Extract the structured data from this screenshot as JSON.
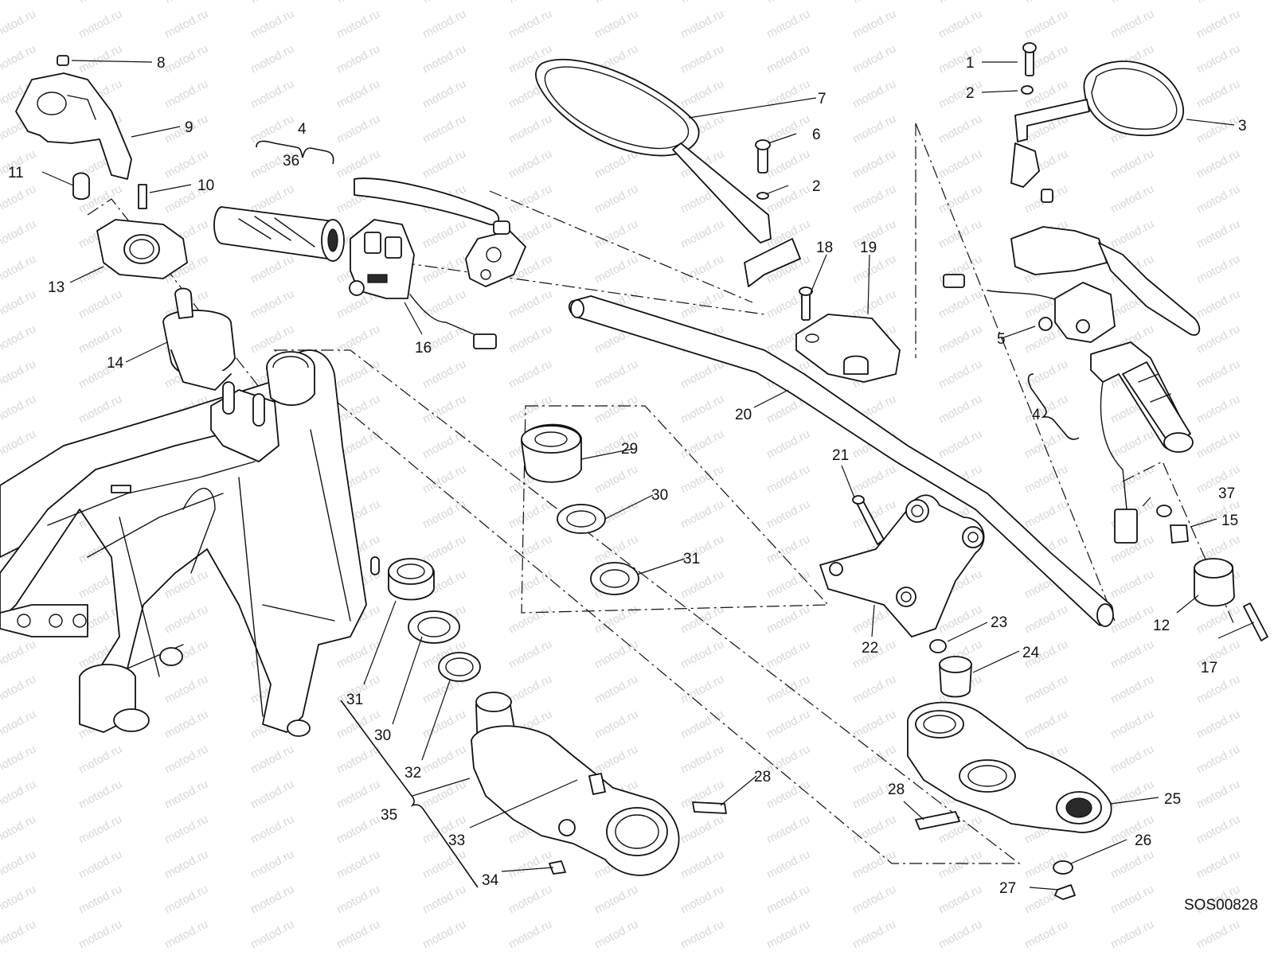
{
  "watermark": "motod.ru",
  "drawing_code": "SOS00828",
  "callouts": [
    "1",
    "2",
    "3",
    "2",
    "4",
    "5",
    "6",
    "7",
    "8",
    "9",
    "10",
    "11",
    "12",
    "13",
    "14",
    "15",
    "16",
    "17",
    "18",
    "19",
    "20",
    "21",
    "22",
    "23",
    "24",
    "25",
    "26",
    "27",
    "28",
    "28",
    "29",
    "30",
    "30",
    "31",
    "31",
    "32",
    "33",
    "34",
    "35",
    "36",
    "37",
    "4"
  ],
  "colors": {
    "line": "#111111",
    "background": "#ffffff",
    "watermark": "#c9c9c9"
  }
}
